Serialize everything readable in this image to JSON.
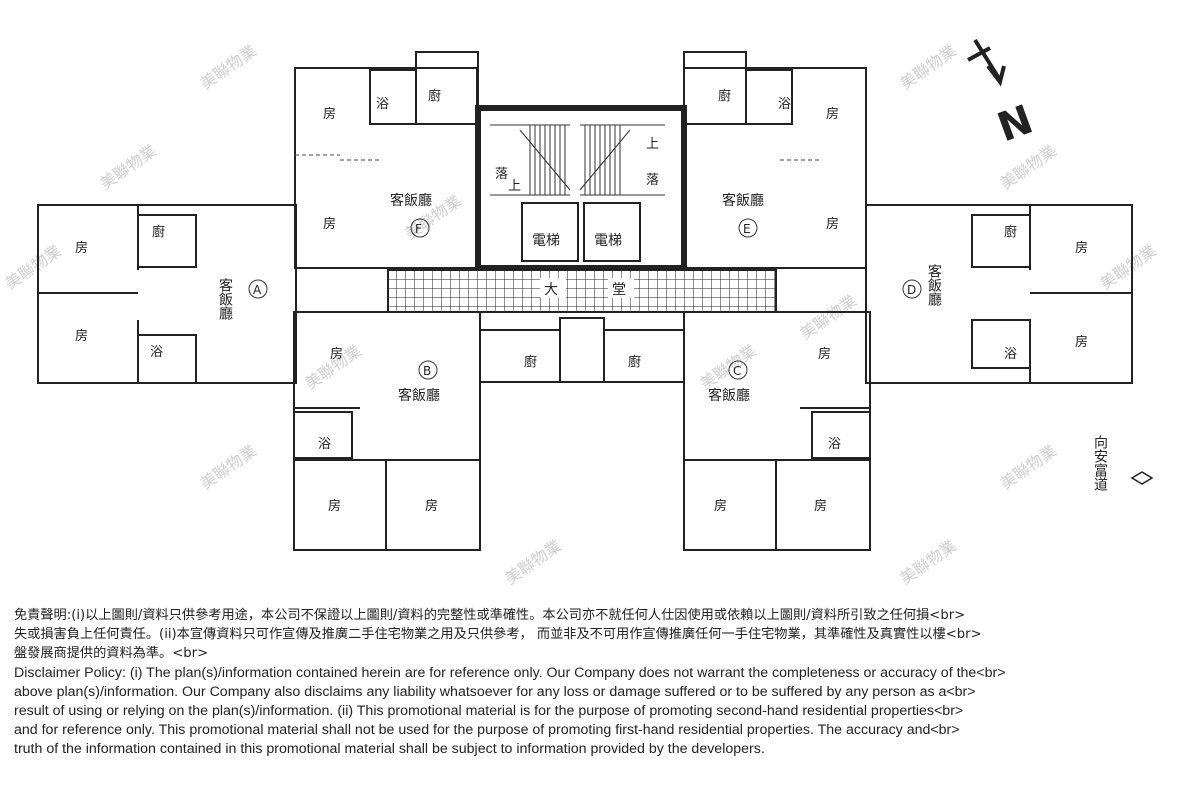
{
  "plan": {
    "compass_label": "N",
    "road_label": "向安富道",
    "lobby_label_1": "大",
    "lobby_label_2": "堂",
    "lift_label_1": "電梯",
    "lift_label_2": "電梯",
    "stair_up": "上",
    "stair_down": "落",
    "units": [
      {
        "letter": "A",
        "living": "客飯廳",
        "rooms": [
          "房",
          "房"
        ],
        "kitchen": "廚",
        "bath": "浴"
      },
      {
        "letter": "B",
        "living": "客飯廳",
        "rooms": [
          "房",
          "房",
          "房"
        ],
        "kitchen": "廚",
        "bath": "浴"
      },
      {
        "letter": "C",
        "living": "客飯廳",
        "rooms": [
          "房",
          "房",
          "房"
        ],
        "kitchen": "廚",
        "bath": "浴"
      },
      {
        "letter": "D",
        "living": "客飯廳",
        "rooms": [
          "房",
          "房"
        ],
        "kitchen": "廚",
        "bath": "浴"
      },
      {
        "letter": "E",
        "living": "客飯廳",
        "rooms": [
          "房",
          "房"
        ],
        "kitchen": "廚",
        "bath": "浴"
      },
      {
        "letter": "F",
        "living": "客飯廳",
        "rooms": [
          "房",
          "房"
        ],
        "kitchen": "廚",
        "bath": "浴"
      }
    ],
    "watermark": "美聯物業"
  },
  "disclaimer": {
    "zh": "免責聲明:(i)以上圖則/資料只供參考用途，本公司不保證以上圖則/資料的完整性或準確性。本公司亦不就任何人仕因使用或依賴以上圖則/資料所引致之任何損<br>\n失或損害負上任何責任。(ii)本宣傳資料只可作宣傳及推廣二手住宅物業之用及只供參考， 而並非及不可用作宣傳推廣任何一手住宅物業，其準確性及真實性以樓<br>\n盤發展商提供的資料為準。<br>",
    "en": "Disclaimer Policy: (i) The plan(s)/information contained herein are for reference only. Our Company does not warrant the completeness or accuracy of the<br>\nabove plan(s)/information. Our Company also disclaims any liability whatsoever for any loss or damage suffered or to be suffered by any person as a<br>\nresult of using or relying on the plan(s)/information. (ii) This promotional material is for the purpose of promoting second-hand residential properties<br>\nand for reference only. This promotional material shall not be used for the purpose of promoting first-hand residential properties. The accuracy and<br>\ntruth of the information contained in this promotional material shall be subject to information provided by the developers."
  }
}
